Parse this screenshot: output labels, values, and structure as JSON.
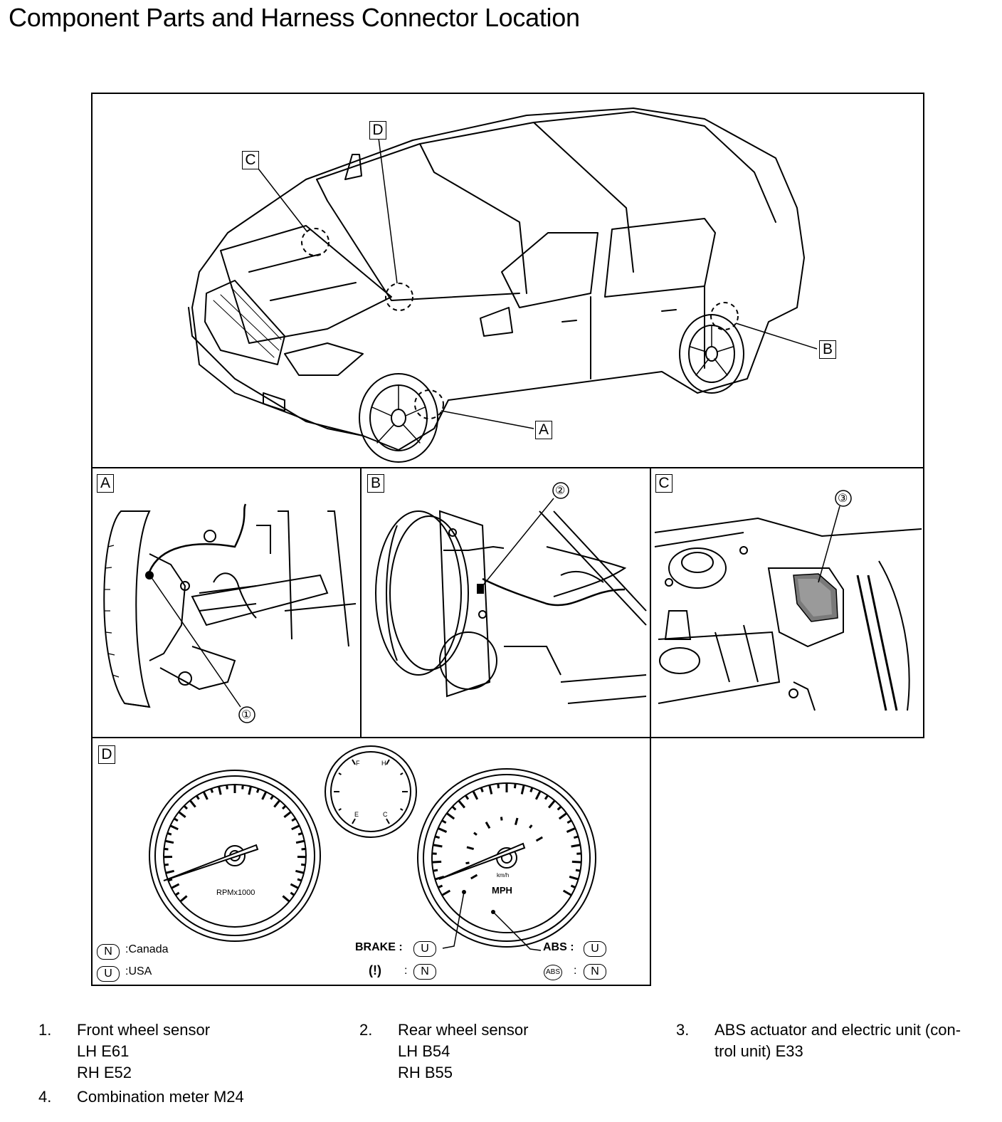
{
  "page": {
    "title": "Component Parts and Harness Connector Location"
  },
  "panels": {
    "main": {
      "callouts": [
        "A",
        "B",
        "C",
        "D"
      ]
    },
    "A": {
      "tag": "A",
      "callout": "①"
    },
    "B": {
      "tag": "B",
      "callout": "②"
    },
    "C": {
      "tag": "C",
      "callout": "③"
    },
    "D": {
      "tag": "D",
      "tach_label": "RPMx1000",
      "speedo_unit": "MPH",
      "speedo_subunit": "km/h",
      "fuel_marks": [
        "F",
        "E"
      ],
      "temp_marks": [
        "H",
        "C"
      ],
      "brake_label": "BRAKE :",
      "abs_label": "ABS :",
      "brake_icon": "(!)",
      "abs_icon": "ABS",
      "pill_u": "U",
      "pill_n": "N",
      "key_canada": ":Canada",
      "key_usa": ":USA"
    }
  },
  "legend": [
    {
      "num": "1.",
      "lines": [
        "Front wheel sensor",
        "LH E61",
        "RH E52"
      ]
    },
    {
      "num": "2.",
      "lines": [
        "Rear wheel sensor",
        "LH B54",
        "RH B55"
      ]
    },
    {
      "num": "3.",
      "lines": [
        "ABS actuator and electric unit (con-",
        "trol unit) E33"
      ]
    },
    {
      "num": "4.",
      "lines": [
        "Combination meter M24"
      ]
    }
  ]
}
